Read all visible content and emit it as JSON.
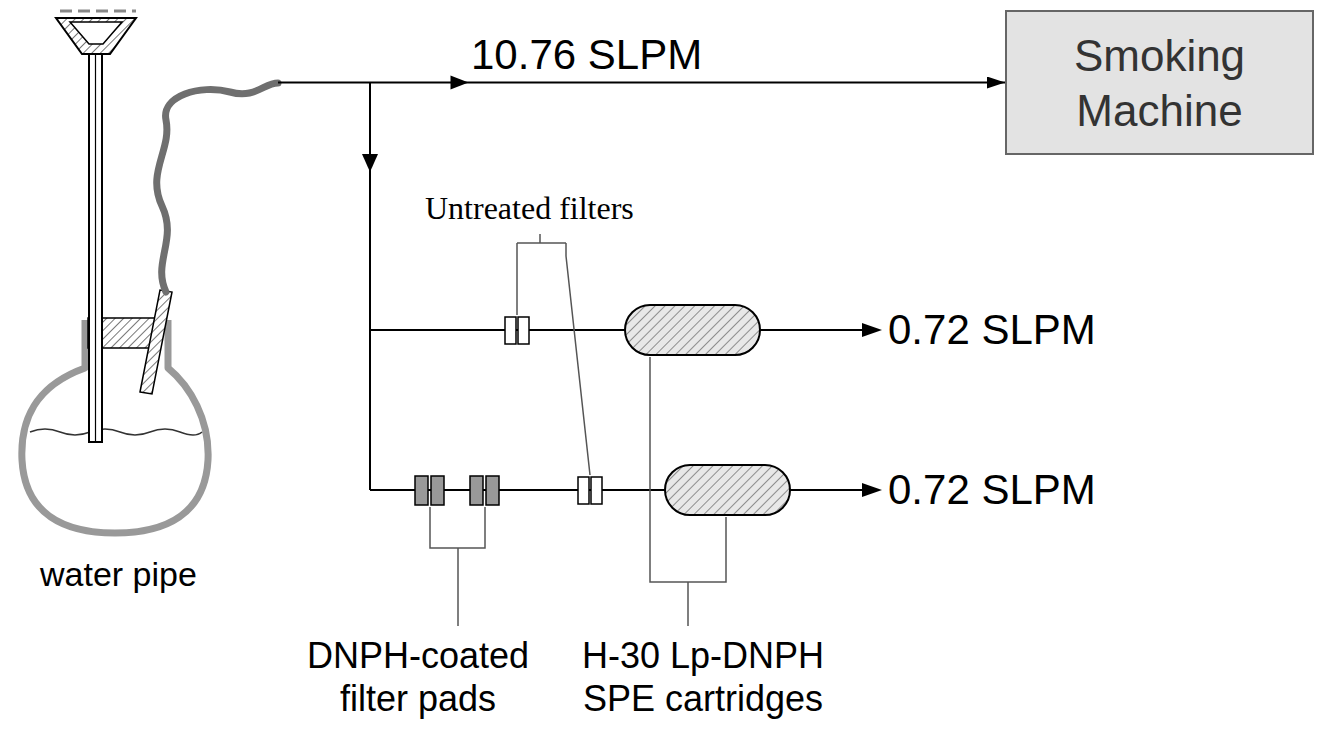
{
  "diagram": {
    "nodes": [
      {
        "text": [
          "water pipe"
        ]
      },
      {
        "text": [
          "Smoking Machine"
        ]
      }
    ],
    "edges": [
      {
        "from": 0,
        "to": 1,
        "arrow": "to",
        "label": "10.76 SLPM"
      }
    ],
    "labels": [
      "Untreated filters",
      "0.72 SLPM",
      "0.72 SLPM",
      "DNPH-coated filter pads",
      "H-30 Lp-DNPH SPE cartridges"
    ]
  }
}
